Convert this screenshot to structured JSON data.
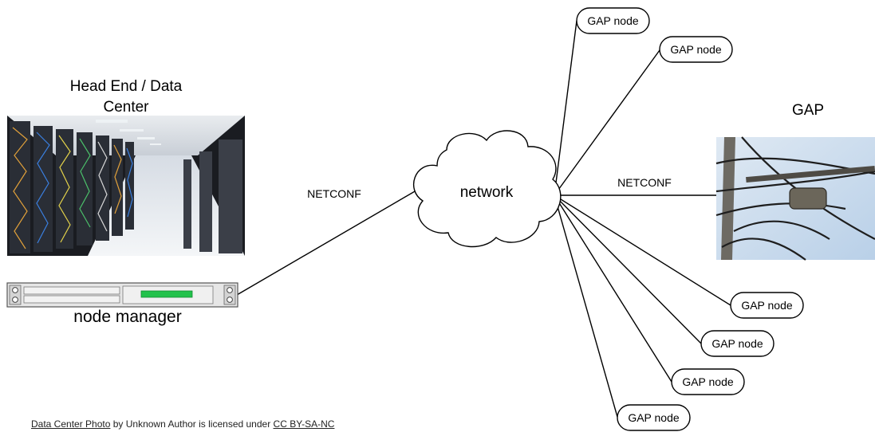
{
  "head_end": {
    "title": "Head End / Data Center"
  },
  "node_manager": {
    "label": "node manager"
  },
  "network": {
    "label": "network"
  },
  "gap": {
    "title": "GAP"
  },
  "links": {
    "netconf_left": "NETCONF",
    "netconf_right": "NETCONF"
  },
  "gap_nodes": [
    {
      "label": "GAP node"
    },
    {
      "label": "GAP node"
    },
    {
      "label": "GAP node"
    },
    {
      "label": "GAP node"
    },
    {
      "label": "GAP node"
    },
    {
      "label": "GAP node"
    }
  ],
  "attribution": {
    "photo_link": "Data Center  Photo",
    "mid": " by Unknown Author is licensed under ",
    "license_link": "CC BY-SA-NC"
  },
  "colors": {
    "line": "#000000",
    "server_led": "#22c24b",
    "sky": "#c9dcee",
    "rack": "#1b1d22"
  }
}
